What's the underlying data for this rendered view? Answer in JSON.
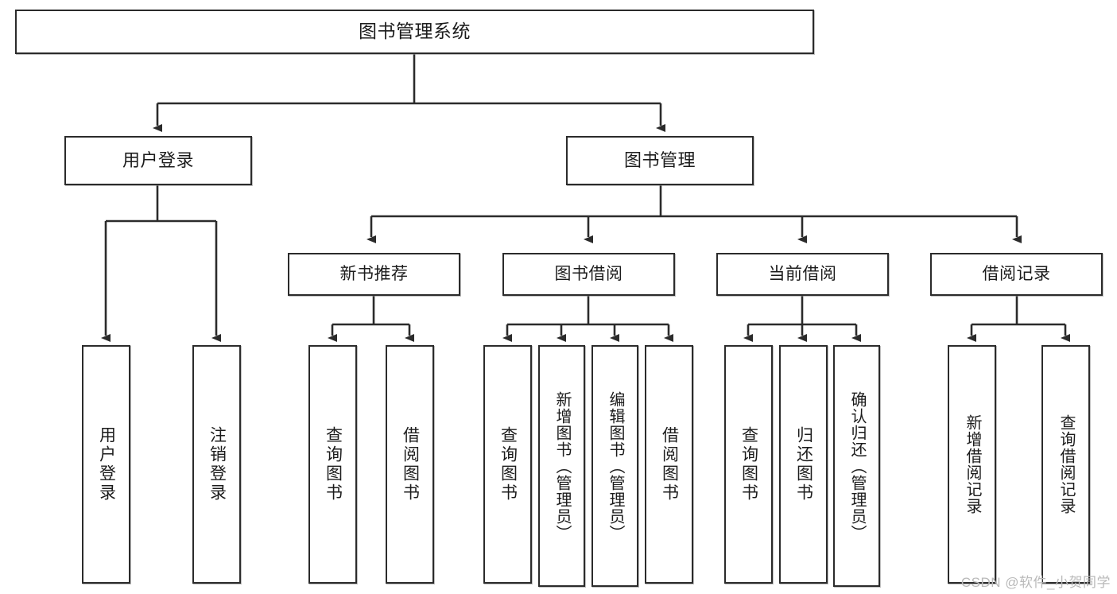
{
  "diagram": {
    "title": "图书管理系统",
    "type": "功能结构图",
    "watermark": "CSDN @软件_小贺同学",
    "colors": {
      "stroke": "#2b2b2b",
      "fill": "#ffffff",
      "text": "#1c1c1c",
      "watermark": "#b9b9b9"
    }
  },
  "nodes": {
    "root": {
      "label": "图书管理系统",
      "level": 0
    },
    "branches": [
      {
        "id": "user-login",
        "label": "用户登录",
        "level": 1
      },
      {
        "id": "book-manage",
        "label": "图书管理",
        "level": 1
      }
    ],
    "subbranches": [
      {
        "id": "new-book-rec",
        "label": "新书推荐",
        "level": 2
      },
      {
        "id": "book-borrow",
        "label": "图书借阅",
        "level": 2
      },
      {
        "id": "current-borrow",
        "label": "当前借阅",
        "level": 2
      },
      {
        "id": "borrow-record",
        "label": "借阅记录",
        "level": 2
      }
    ],
    "leaves": [
      {
        "id": "leaf-user-login",
        "label": "用户登录",
        "parent": "user-login"
      },
      {
        "id": "leaf-user-logout",
        "label": "注销登录",
        "parent": "user-login"
      },
      {
        "id": "leaf-rec-query-book",
        "label": "查询图书",
        "parent": "new-book-rec"
      },
      {
        "id": "leaf-rec-borrow-book",
        "label": "借阅图书",
        "parent": "new-book-rec"
      },
      {
        "id": "leaf-borrow-query-book",
        "label": "查询图书",
        "parent": "book-borrow"
      },
      {
        "id": "leaf-borrow-add-book",
        "label": "新增图书（管理员）",
        "parent": "book-borrow"
      },
      {
        "id": "leaf-borrow-edit-book",
        "label": "编辑图书（管理员）",
        "parent": "book-borrow"
      },
      {
        "id": "leaf-borrow-borrow-book",
        "label": "借阅图书",
        "parent": "book-borrow"
      },
      {
        "id": "leaf-cur-query-book",
        "label": "查询图书",
        "parent": "current-borrow"
      },
      {
        "id": "leaf-cur-return-book",
        "label": "归还图书",
        "parent": "current-borrow"
      },
      {
        "id": "leaf-cur-confirm-return",
        "label": "确认归还（管理员）",
        "parent": "current-borrow"
      },
      {
        "id": "leaf-rec-add-record",
        "label": "新增借阅记录",
        "parent": "borrow-record"
      },
      {
        "id": "leaf-rec-query-record",
        "label": "查询借阅记录",
        "parent": "borrow-record"
      }
    ]
  }
}
